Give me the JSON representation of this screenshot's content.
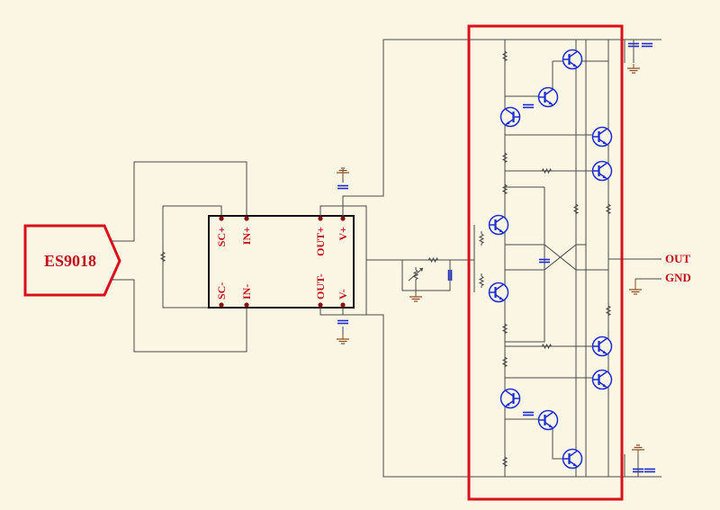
{
  "source_block": {
    "label": "ES9018"
  },
  "module_pins": {
    "sc_plus": "SC+",
    "in_plus": "IN+",
    "sc_minus": "SC-",
    "in_minus": "IN-",
    "out_plus": "OUT+",
    "v_plus": "V+",
    "out_minus": "OUT-",
    "v_minus": "V-"
  },
  "terminals": {
    "out": "OUT",
    "gnd": "GND"
  },
  "colors": {
    "background": "#fbf6e3",
    "wire": "#4a4a4a",
    "accent_red": "#d8101c",
    "transistor_blue": "#1a2bd0",
    "ground_brown": "#8a4a20"
  }
}
